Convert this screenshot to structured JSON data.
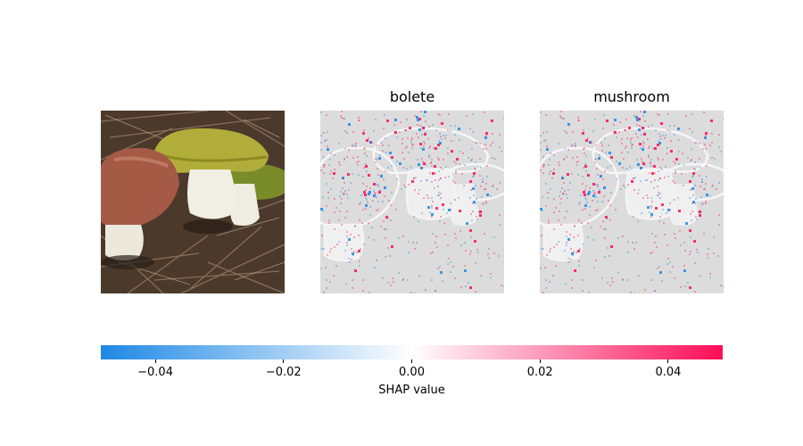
{
  "chart_data": {
    "type": "heatmap",
    "description_kind": "image-explanation-heatmap",
    "input_image": {
      "subject": "boletus-mushrooms-on-forest-floor",
      "title": ""
    },
    "outputs": [
      {
        "title": "bolete"
      },
      {
        "title": "mushroom"
      }
    ],
    "colorbar": {
      "label": "SHAP value",
      "vmin": -0.0485,
      "vmax": 0.0485,
      "ticks": [
        -0.04,
        -0.02,
        0.0,
        0.02,
        0.04
      ],
      "tick_labels": [
        "−0.04",
        "−0.02",
        "0.00",
        "0.02",
        "0.04"
      ],
      "color_negative": "#1e88e5",
      "color_zero": "#ffffff",
      "color_positive": "#ff0d57"
    }
  }
}
